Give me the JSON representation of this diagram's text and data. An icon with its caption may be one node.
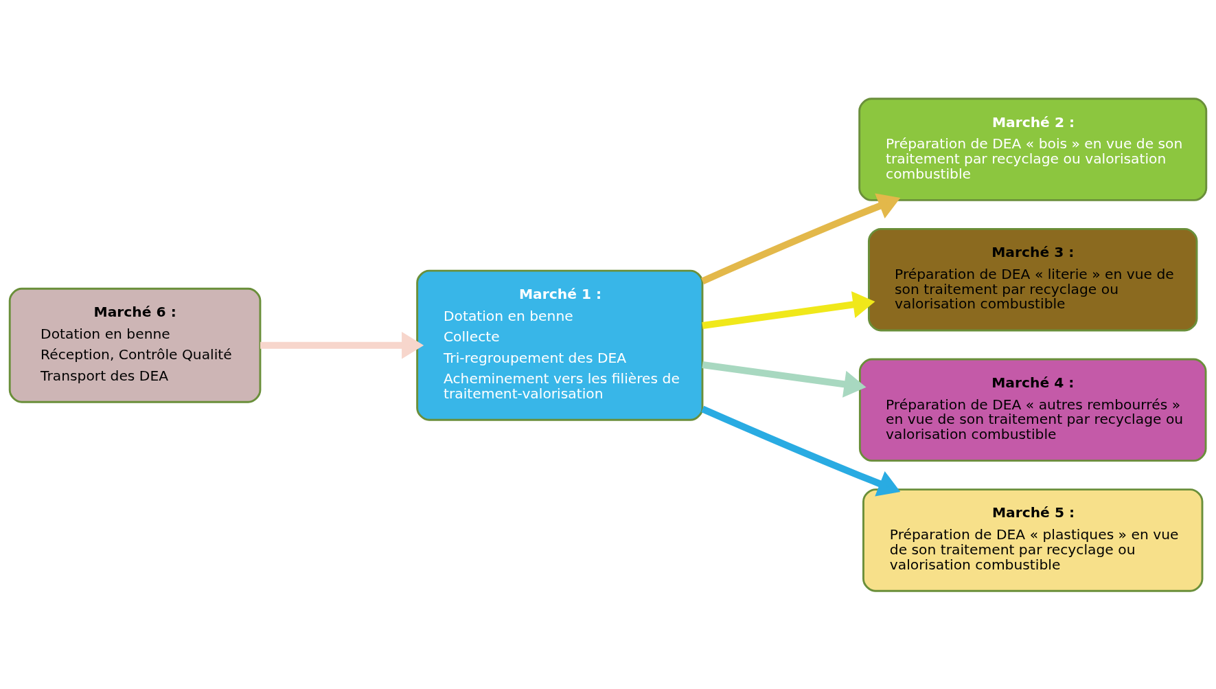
{
  "diagram": {
    "nodes": [
      {
        "text": [
          "Marché 1 :",
          "Dotation en benne",
          "Collecte",
          "Tri-regroupement des DEA",
          "Acheminement vers les filières de traitement-valorisation"
        ]
      },
      {
        "text": [
          "Marché 2 :",
          "Préparation de DEA « bois » en vue de son traitement par recyclage ou valorisation combustible"
        ]
      },
      {
        "text": [
          "Marché 3 :",
          "Préparation de DEA « literie » en vue de son traitement par recyclage ou valorisation combustible"
        ]
      },
      {
        "text": [
          "Marché 4 :",
          "Préparation de DEA « autres rembourrés » en vue de son traitement par recyclage ou valorisation combustible"
        ]
      },
      {
        "text": [
          "Marché 5 :",
          "Préparation de DEA « plastiques » en vue de son traitement par recyclage ou valorisation combustible"
        ]
      },
      {
        "text": [
          "Marché 6 :",
          "Dotation en benne",
          "Réception, Contrôle Qualité",
          "Transport des DEA"
        ]
      }
    ],
    "edges": [
      {
        "from": 0,
        "to": 1,
        "arrow": "to",
        "color": "#e3b84a"
      },
      {
        "from": 0,
        "to": 2,
        "arrow": "to",
        "color": "#f0e81a"
      },
      {
        "from": 0,
        "to": 3,
        "arrow": "to",
        "color": "#a8d8c0"
      },
      {
        "from": 0,
        "to": 4,
        "arrow": "to",
        "color": "#29abe2"
      },
      {
        "from": 5,
        "to": 0,
        "arrow": "to",
        "color": "#f7d6cc"
      }
    ]
  }
}
